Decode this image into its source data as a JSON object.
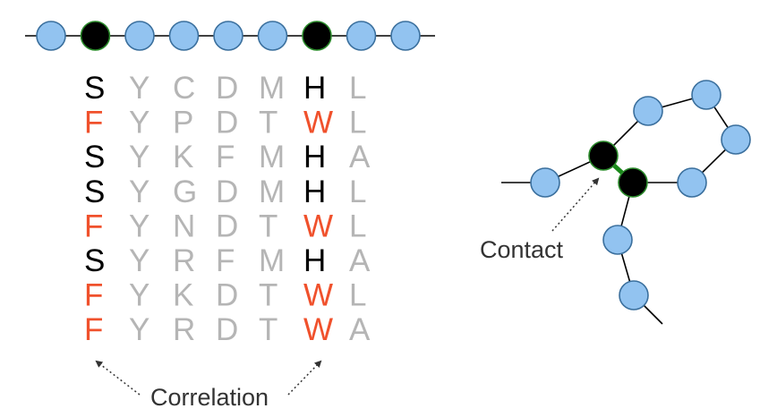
{
  "colors": {
    "node_fill": "#92c3f0",
    "node_stroke": "#3a6f9d",
    "contact_node_fill": "#000000",
    "contact_node_stroke": "#2b8a2b",
    "backbone": "#000000",
    "contact_bond": "#1a8a1a",
    "residue_correlated_a": "#000000",
    "residue_correlated_b": "#f0512c",
    "residue_other": "#b5b5b5",
    "arrow": "#333333"
  },
  "linear_chain": {
    "nodes": [
      "normal",
      "contact",
      "normal",
      "normal",
      "normal",
      "normal",
      "contact",
      "normal",
      "normal"
    ]
  },
  "alignment": {
    "correlated_columns": [
      0,
      5
    ],
    "rows": [
      [
        "S",
        "Y",
        "C",
        "D",
        "M",
        "H",
        "L"
      ],
      [
        "F",
        "Y",
        "P",
        "D",
        "T",
        "W",
        "L"
      ],
      [
        "S",
        "Y",
        "K",
        "F",
        "M",
        "H",
        "A"
      ],
      [
        "S",
        "Y",
        "G",
        "D",
        "M",
        "H",
        "L"
      ],
      [
        "F",
        "Y",
        "N",
        "D",
        "T",
        "W",
        "L"
      ],
      [
        "S",
        "Y",
        "R",
        "F",
        "M",
        "H",
        "A"
      ],
      [
        "F",
        "Y",
        "K",
        "D",
        "T",
        "W",
        "L"
      ],
      [
        "F",
        "Y",
        "R",
        "D",
        "T",
        "W",
        "A"
      ]
    ]
  },
  "labels": {
    "correlation": "Correlation",
    "contact": "Contact"
  }
}
